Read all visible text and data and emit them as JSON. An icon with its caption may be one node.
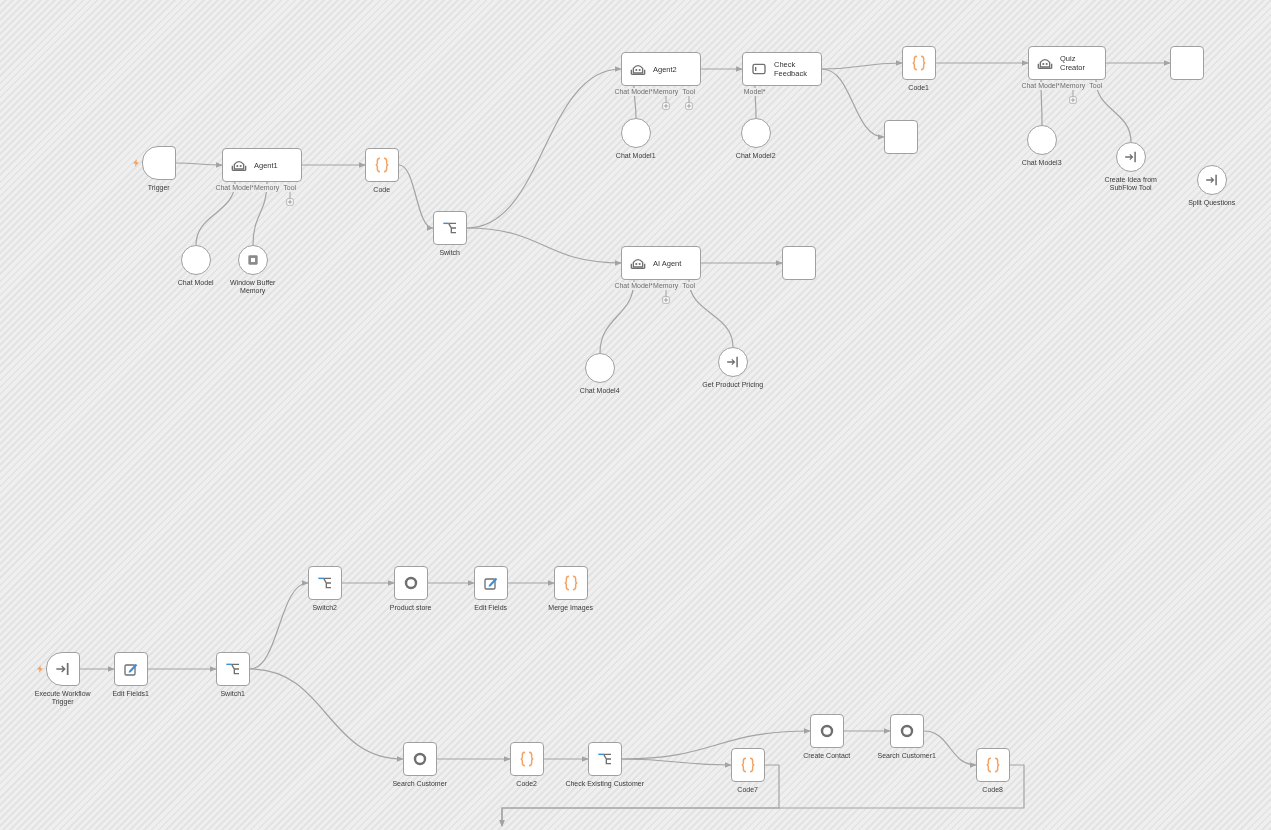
{
  "diagram": {
    "nodes": [
      {
        "text": [
          "Trigger"
        ]
      },
      {
        "text": [
          "Agent1"
        ],
        "beside": [
          "Chat Model*",
          "Memory",
          "Tool"
        ]
      },
      {
        "text": [
          "Code"
        ]
      },
      {
        "text": [
          "Switch"
        ]
      },
      {
        "text": [
          "Chat Model"
        ]
      },
      {
        "text": [
          "Window Buffer Memory"
        ]
      },
      {
        "text": [
          "Agent2"
        ],
        "beside": [
          "Chat Model*",
          "Memory",
          "Tool"
        ]
      },
      {
        "text": [
          "Check Feedback"
        ],
        "beside": [
          "Model*"
        ]
      },
      {
        "text": [
          "Code1"
        ]
      },
      {
        "text": [
          "Quiz Creator"
        ],
        "beside": [
          "Chat Model*",
          "Memory",
          "Tool"
        ]
      },
      {
        "text": [],
        "shape": "box"
      },
      {
        "text": [
          "Chat Model1"
        ]
      },
      {
        "text": [
          "Chat Model2"
        ]
      },
      {
        "text": [],
        "shape": "box"
      },
      {
        "text": [
          "Chat Model3"
        ]
      },
      {
        "text": [
          "Create Idea from SubFlow Tool"
        ]
      },
      {
        "text": [
          "Split Questions"
        ]
      },
      {
        "text": [
          "AI Agent"
        ],
        "beside": [
          "Chat Model*",
          "Memory",
          "Tool"
        ]
      },
      {
        "text": [],
        "shape": "box"
      },
      {
        "text": [
          "Chat Model4"
        ]
      },
      {
        "text": [
          "Get Product Pricing"
        ]
      },
      {
        "text": [
          "Execute Workflow Trigger"
        ]
      },
      {
        "text": [
          "Edit Fields1"
        ]
      },
      {
        "text": [
          "Switch1"
        ]
      },
      {
        "text": [
          "Switch2"
        ]
      },
      {
        "text": [
          "Product store"
        ]
      },
      {
        "text": [
          "Edit Fields"
        ]
      },
      {
        "text": [
          "Merge Images"
        ]
      },
      {
        "text": [
          "Search Customer"
        ]
      },
      {
        "text": [
          "Code2"
        ]
      },
      {
        "text": [
          "Check Existing Customer"
        ]
      },
      {
        "text": [
          "Code7"
        ]
      },
      {
        "text": [
          "Create Contact"
        ]
      },
      {
        "text": [
          "Search Customer1"
        ]
      },
      {
        "text": [
          "Code8"
        ]
      }
    ],
    "edges": [
      {
        "from": 0,
        "to": 1,
        "arrow": "to"
      },
      {
        "from": 1,
        "to": 2,
        "arrow": "to"
      },
      {
        "from": 2,
        "to": 3,
        "arrow": "to"
      },
      {
        "from": 3,
        "to": 6,
        "arrow": "to"
      },
      {
        "from": 3,
        "to": 17,
        "arrow": "to"
      },
      {
        "from": 4,
        "to": 1,
        "arrow": "none"
      },
      {
        "from": 5,
        "to": 1,
        "arrow": "none"
      },
      {
        "from": 6,
        "to": 7,
        "arrow": "to"
      },
      {
        "from": 7,
        "to": 8,
        "arrow": "to"
      },
      {
        "from": 7,
        "to": 13,
        "arrow": "to"
      },
      {
        "from": 8,
        "to": 9,
        "arrow": "to"
      },
      {
        "from": 9,
        "to": 10,
        "arrow": "to"
      },
      {
        "from": 11,
        "to": 6,
        "arrow": "none"
      },
      {
        "from": 12,
        "to": 7,
        "arrow": "none"
      },
      {
        "from": 14,
        "to": 9,
        "arrow": "none"
      },
      {
        "from": 15,
        "to": 9,
        "arrow": "none"
      },
      {
        "from": 17,
        "to": 18,
        "arrow": "to"
      },
      {
        "from": 19,
        "to": 17,
        "arrow": "none"
      },
      {
        "from": 20,
        "to": 17,
        "arrow": "none"
      },
      {
        "from": 21,
        "to": 22,
        "arrow": "to"
      },
      {
        "from": 22,
        "to": 23,
        "arrow": "to"
      },
      {
        "from": 23,
        "to": 24,
        "arrow": "to"
      },
      {
        "from": 23,
        "to": 28,
        "arrow": "to"
      },
      {
        "from": 24,
        "to": 25,
        "arrow": "to"
      },
      {
        "from": 25,
        "to": 26,
        "arrow": "to"
      },
      {
        "from": 26,
        "to": 27,
        "arrow": "to"
      },
      {
        "from": 28,
        "to": 29,
        "arrow": "to"
      },
      {
        "from": 29,
        "to": 30,
        "arrow": "to"
      },
      {
        "from": 30,
        "to": 32,
        "arrow": "to"
      },
      {
        "from": 30,
        "to": 31,
        "arrow": "to"
      },
      {
        "from": 32,
        "to": 33,
        "arrow": "to"
      },
      {
        "from": 33,
        "to": 34,
        "arrow": "to"
      },
      {
        "from": 31,
        "to": null,
        "arrow": "to"
      },
      {
        "from": 34,
        "to": null,
        "arrow": "to"
      }
    ]
  }
}
